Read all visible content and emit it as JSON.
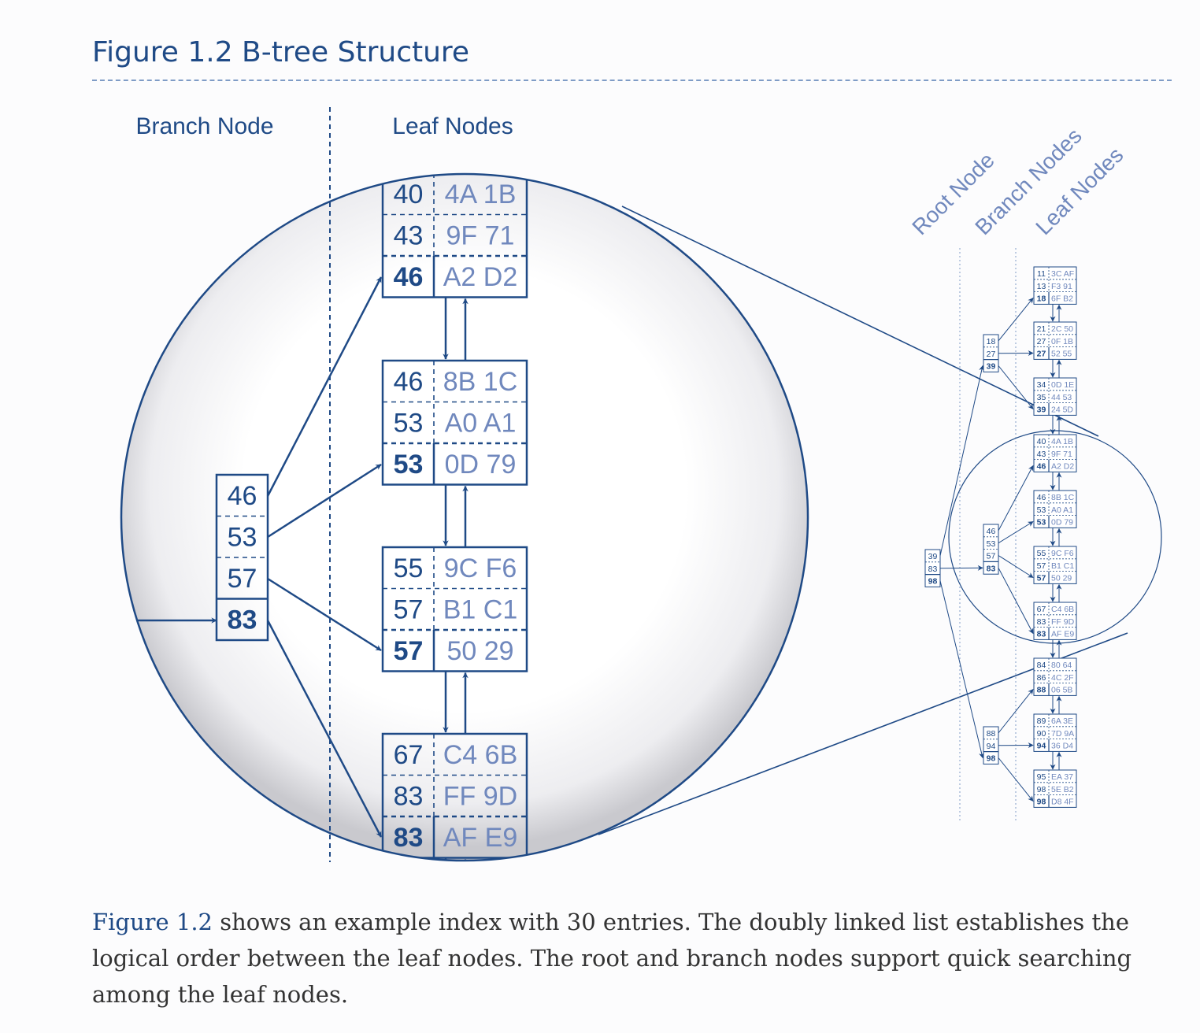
{
  "title": "Figure 1.2 B-tree Structure",
  "headings": {
    "branch_node": "Branch Node",
    "leaf_nodes": "Leaf Nodes"
  },
  "overview_labels": {
    "root_node": "Root Node",
    "branch_nodes": "Branch Nodes",
    "leaf_nodes": "Leaf Nodes"
  },
  "zoom": {
    "branch_keys": [
      "46",
      "53",
      "57",
      "83"
    ],
    "leaves": [
      {
        "rows": [
          [
            "40",
            "4A 1B"
          ],
          [
            "43",
            "9F 71"
          ],
          [
            "46",
            "A2 D2"
          ]
        ]
      },
      {
        "rows": [
          [
            "46",
            "8B 1C"
          ],
          [
            "53",
            "A0 A1"
          ],
          [
            "53",
            "0D 79"
          ]
        ]
      },
      {
        "rows": [
          [
            "55",
            "9C F6"
          ],
          [
            "57",
            "B1 C1"
          ],
          [
            "57",
            "50 29"
          ]
        ]
      },
      {
        "rows": [
          [
            "67",
            "C4 6B"
          ],
          [
            "83",
            "FF 9D"
          ],
          [
            "83",
            "AF E9"
          ]
        ]
      }
    ]
  },
  "overview": {
    "root_keys": [
      "39",
      "83",
      "98"
    ],
    "branches": [
      {
        "keys": [
          "18",
          "27",
          "39"
        ]
      },
      {
        "keys": [
          "46",
          "53",
          "57",
          "83"
        ]
      },
      {
        "keys": [
          "88",
          "94",
          "98"
        ]
      }
    ],
    "leaves": [
      {
        "rows": [
          [
            "11",
            "3C AF"
          ],
          [
            "13",
            "F3 91"
          ],
          [
            "18",
            "6F B2"
          ]
        ]
      },
      {
        "rows": [
          [
            "21",
            "2C 50"
          ],
          [
            "27",
            "0F 1B"
          ],
          [
            "27",
            "52 55"
          ]
        ]
      },
      {
        "rows": [
          [
            "34",
            "0D 1E"
          ],
          [
            "35",
            "44 53"
          ],
          [
            "39",
            "24 5D"
          ]
        ]
      },
      {
        "rows": [
          [
            "40",
            "4A 1B"
          ],
          [
            "43",
            "9F 71"
          ],
          [
            "46",
            "A2 D2"
          ]
        ]
      },
      {
        "rows": [
          [
            "46",
            "8B 1C"
          ],
          [
            "53",
            "A0 A1"
          ],
          [
            "53",
            "0D 79"
          ]
        ]
      },
      {
        "rows": [
          [
            "55",
            "9C F6"
          ],
          [
            "57",
            "B1 C1"
          ],
          [
            "57",
            "50 29"
          ]
        ]
      },
      {
        "rows": [
          [
            "67",
            "C4 6B"
          ],
          [
            "83",
            "FF 9D"
          ],
          [
            "83",
            "AF E9"
          ]
        ]
      },
      {
        "rows": [
          [
            "84",
            "80 64"
          ],
          [
            "86",
            "4C 2F"
          ],
          [
            "88",
            "06 5B"
          ]
        ]
      },
      {
        "rows": [
          [
            "89",
            "6A 3E"
          ],
          [
            "90",
            "7D 9A"
          ],
          [
            "94",
            "36 D4"
          ]
        ]
      },
      {
        "rows": [
          [
            "95",
            "EA 37"
          ],
          [
            "98",
            "5E B2"
          ],
          [
            "98",
            "D8 4F"
          ]
        ]
      }
    ]
  },
  "caption": {
    "ref": "Figure 1.2",
    "text": " shows an example index with 30 entries. The doubly linked list establishes the logical order between the leaf nodes. The root and branch nodes support quick searching among the leaf nodes."
  },
  "colors": {
    "dark_blue": "#1f4a86",
    "light_blue": "#7088bd",
    "guide_blue": "#7f9cc6"
  }
}
